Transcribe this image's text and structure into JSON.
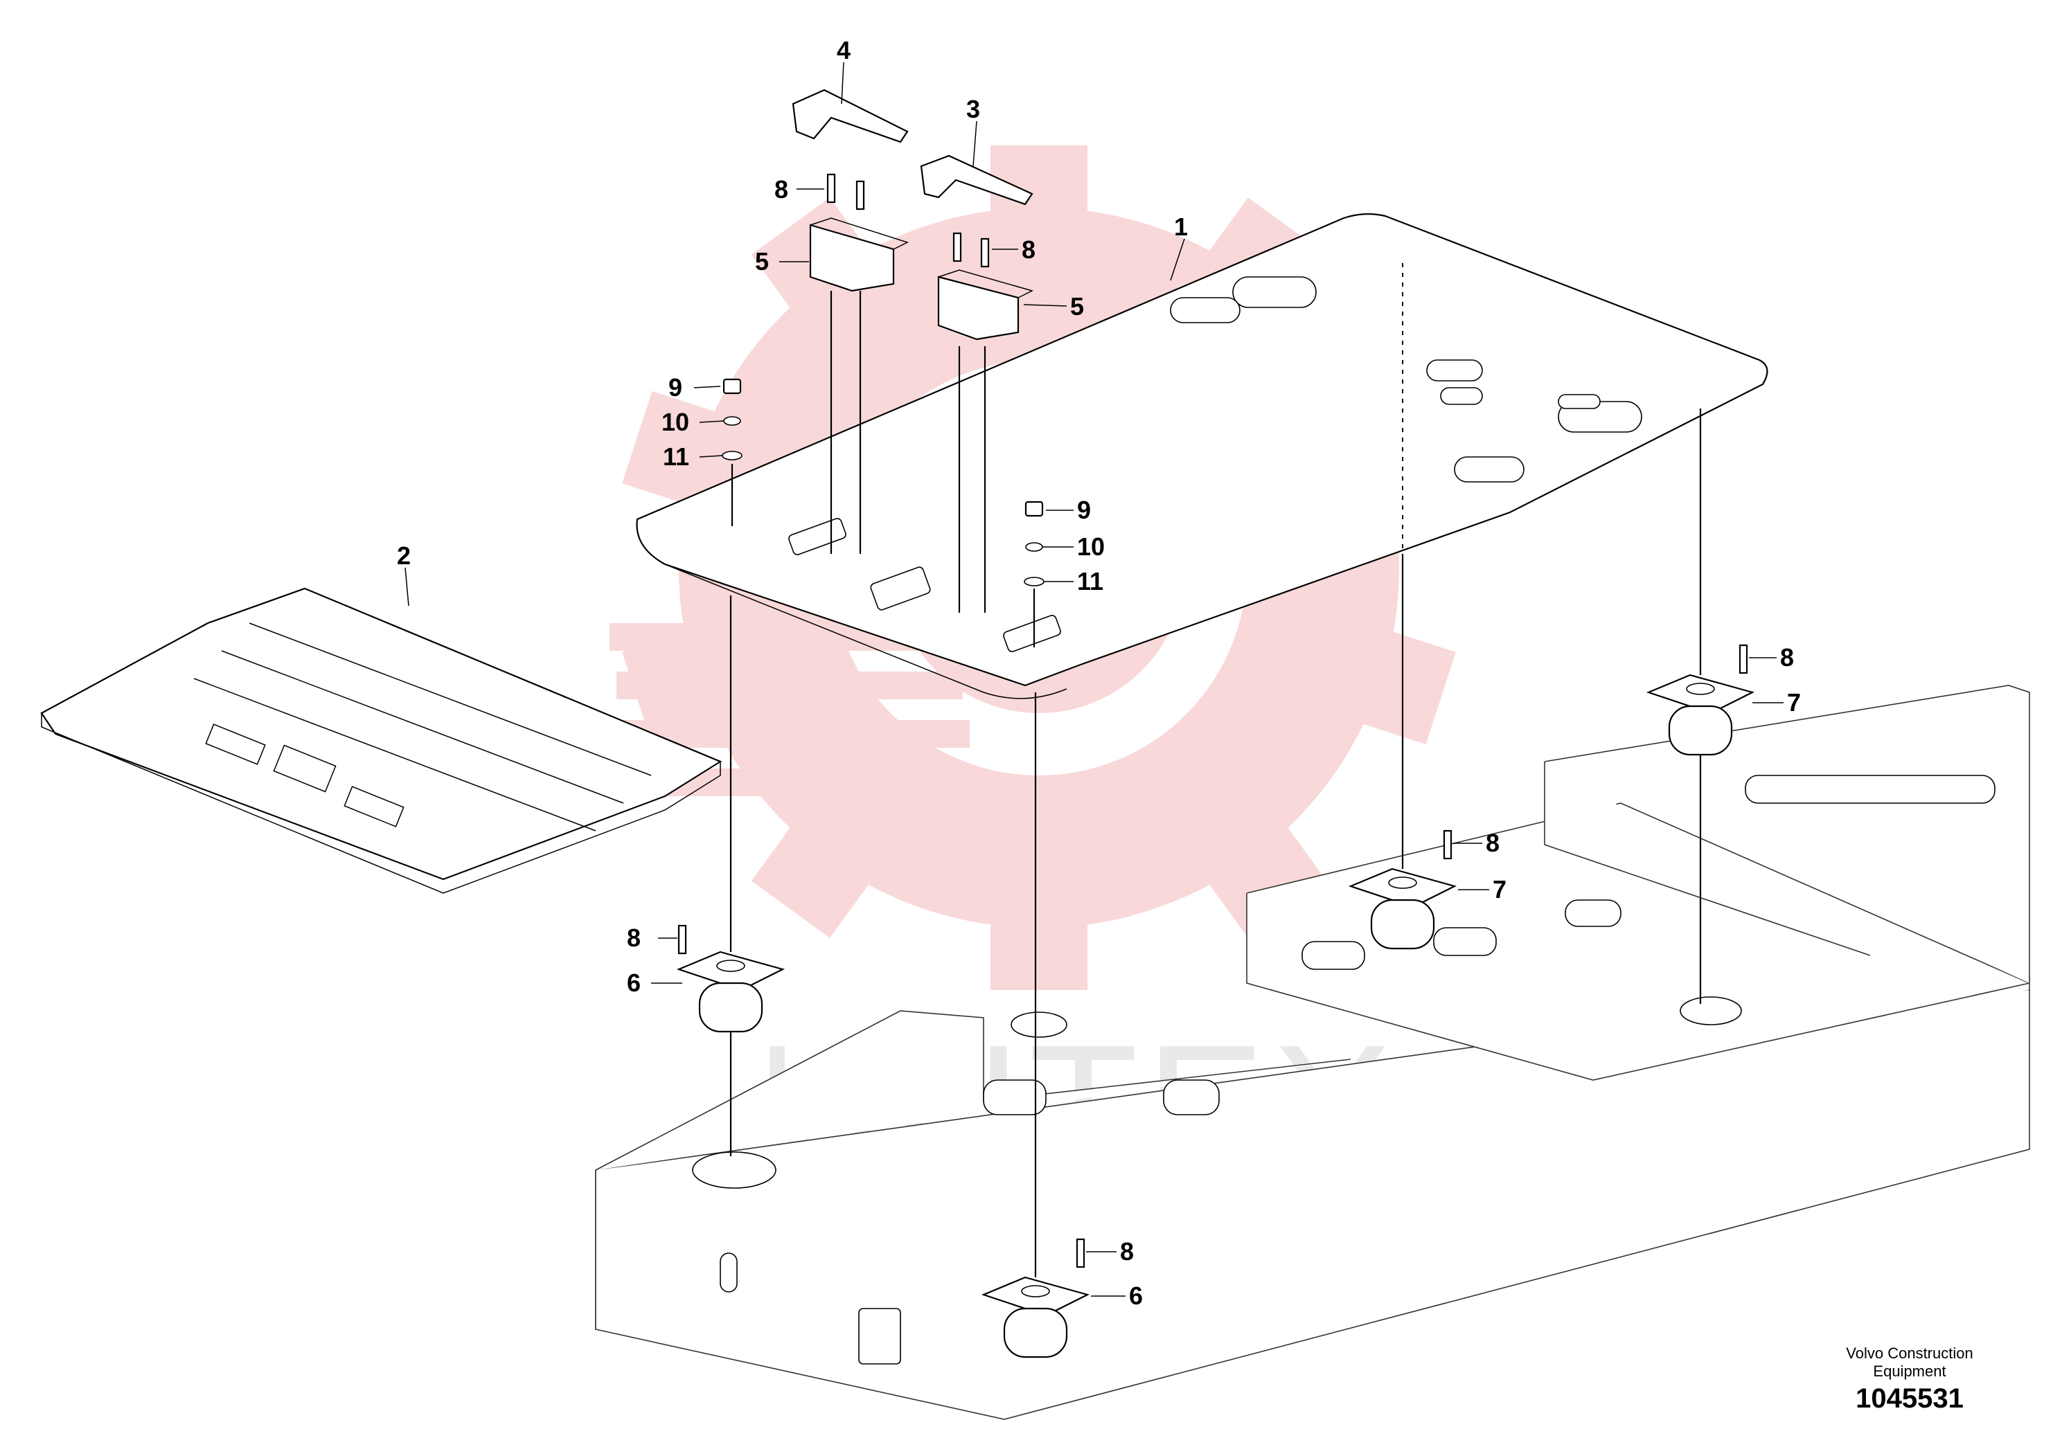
{
  "watermark": {
    "text": "ИНТЕХ",
    "color": "#f2b8b8"
  },
  "callouts": [
    {
      "id": "plate",
      "number": "1"
    },
    {
      "id": "floor-mat",
      "number": "2"
    },
    {
      "id": "cover-right",
      "number": "3"
    },
    {
      "id": "cover-left",
      "number": "4"
    },
    {
      "id": "bracket-left",
      "number": "5"
    },
    {
      "id": "bracket-right",
      "number": "5"
    },
    {
      "id": "mount-front-left",
      "number": "6"
    },
    {
      "id": "mount-front-right",
      "number": "6"
    },
    {
      "id": "mount-rear-mid",
      "number": "7"
    },
    {
      "id": "mount-rear-right",
      "number": "7"
    },
    {
      "id": "screw-bracket-left",
      "number": "8"
    },
    {
      "id": "screw-bracket-right",
      "number": "8"
    },
    {
      "id": "screw-mount-rr",
      "number": "8"
    },
    {
      "id": "screw-mount-rm",
      "number": "8"
    },
    {
      "id": "screw-mount-fl",
      "number": "8"
    },
    {
      "id": "screw-mount-fr",
      "number": "8"
    },
    {
      "id": "nut-left",
      "number": "9"
    },
    {
      "id": "nut-right",
      "number": "9"
    },
    {
      "id": "washer-a-left",
      "number": "10"
    },
    {
      "id": "washer-a-right",
      "number": "10"
    },
    {
      "id": "washer-b-left",
      "number": "11"
    },
    {
      "id": "washer-b-right",
      "number": "11"
    }
  ],
  "footer": {
    "manufacturer": "Volvo Construction\nEquipment",
    "drawing_number": "1045531"
  }
}
